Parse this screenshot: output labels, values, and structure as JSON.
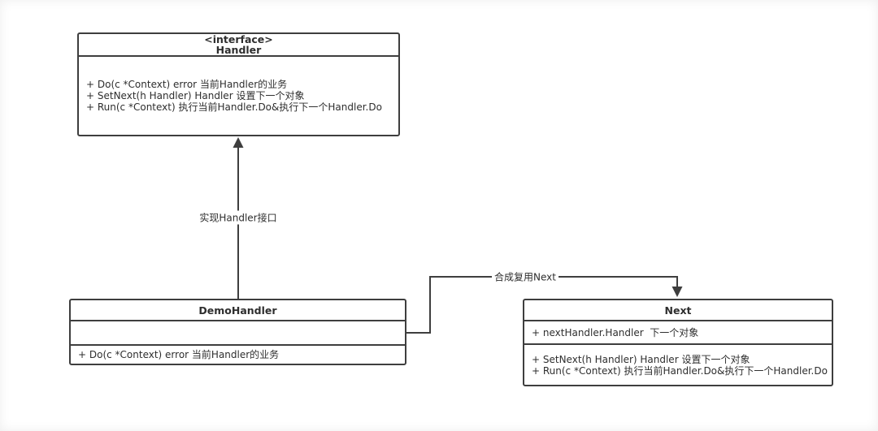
{
  "diagram": {
    "background": "#ffffff",
    "line_color": "#3e3e3e",
    "text_color": "#2e2e2e"
  },
  "classes": {
    "handler": {
      "stereotype": "<interface>",
      "name": "Handler",
      "methods": [
        "+ Do(c *Context) error 当前Handler的业务",
        "+ SetNext(h Handler) Handler 设置下一个对象",
        "+ Run(c *Context) 执行当前Handler.Do&执行下一个Handler.Do"
      ]
    },
    "demo_handler": {
      "name": "DemoHandler",
      "methods": [
        "+ Do(c *Context) error 当前Handler的业务"
      ]
    },
    "next": {
      "name": "Next",
      "fields": [
        "+ nextHandler.Handler  下一个对象"
      ],
      "methods": [
        "+ SetNext(h Handler) Handler 设置下一个对象",
        "+ Run(c *Context) 执行当前Handler.Do&执行下一个Handler.Do"
      ]
    }
  },
  "edges": {
    "realization": {
      "label": "实现Handler接口"
    },
    "composition": {
      "label": "合成复用Next"
    }
  }
}
